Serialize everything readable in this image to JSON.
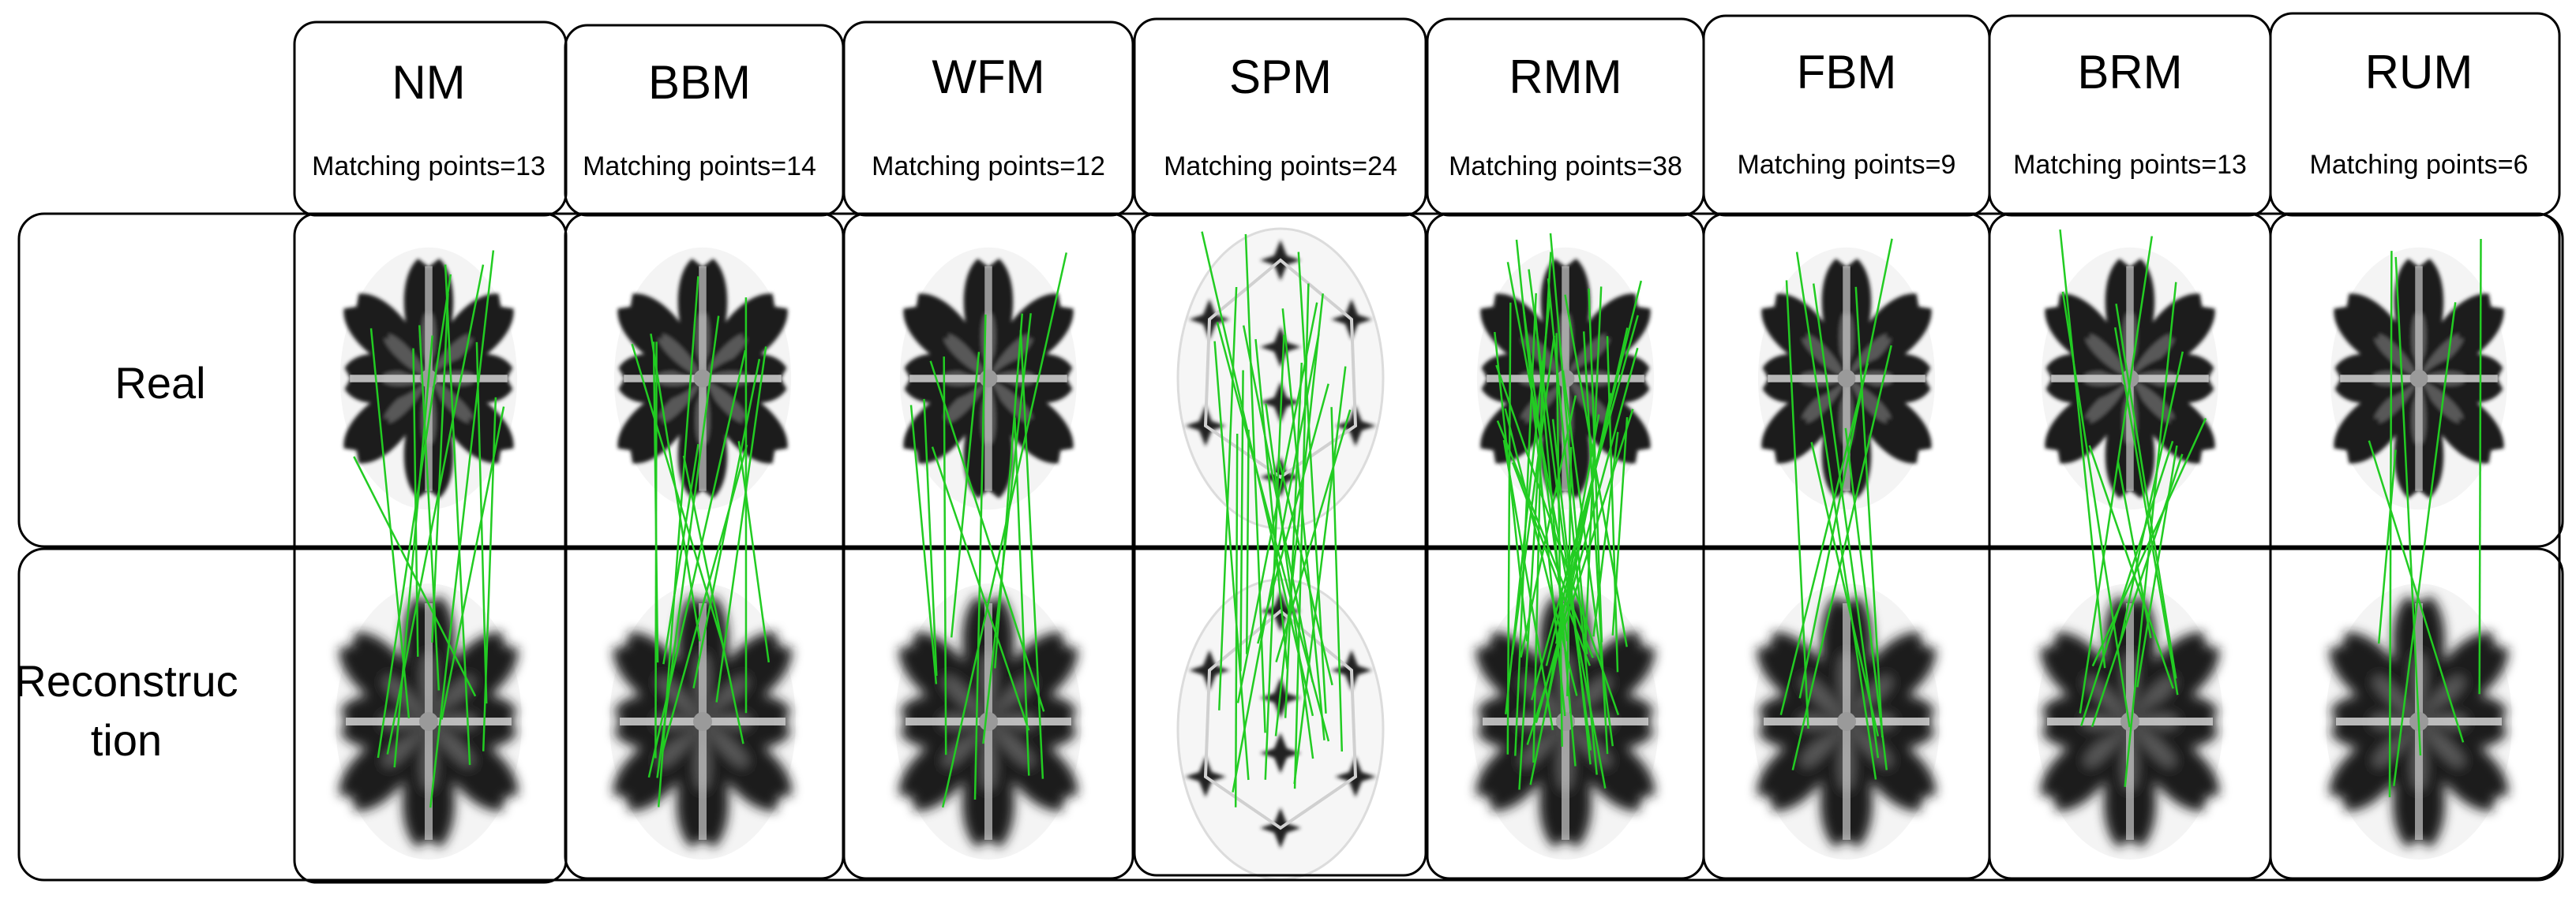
{
  "rows": [
    {
      "label_lines": [
        "Real"
      ]
    },
    {
      "label_lines": [
        "Reconstruc",
        "tion"
      ]
    }
  ],
  "columns": [
    {
      "name": "NM",
      "caption": "Matching points=13",
      "style": "flower-sharp"
    },
    {
      "name": "BBM",
      "caption": "Matching points=14",
      "style": "flower-sharp"
    },
    {
      "name": "WFM",
      "caption": "Matching points=12",
      "style": "flower-sharp"
    },
    {
      "name": "SPM",
      "caption": "Matching points=24",
      "style": "sparse"
    },
    {
      "name": "RMM",
      "caption": "Matching points=38",
      "style": "flower-sharp"
    },
    {
      "name": "FBM",
      "caption": "Matching points=9",
      "style": "flower-sharp"
    },
    {
      "name": "BRM",
      "caption": "Matching points=13",
      "style": "flower-sharp"
    },
    {
      "name": "RUM",
      "caption": "Matching points=6",
      "style": "flower-sharp"
    }
  ],
  "colors": {
    "match_line": "#22cc22",
    "petal": "#1c1c1c",
    "frame": "#000000"
  }
}
